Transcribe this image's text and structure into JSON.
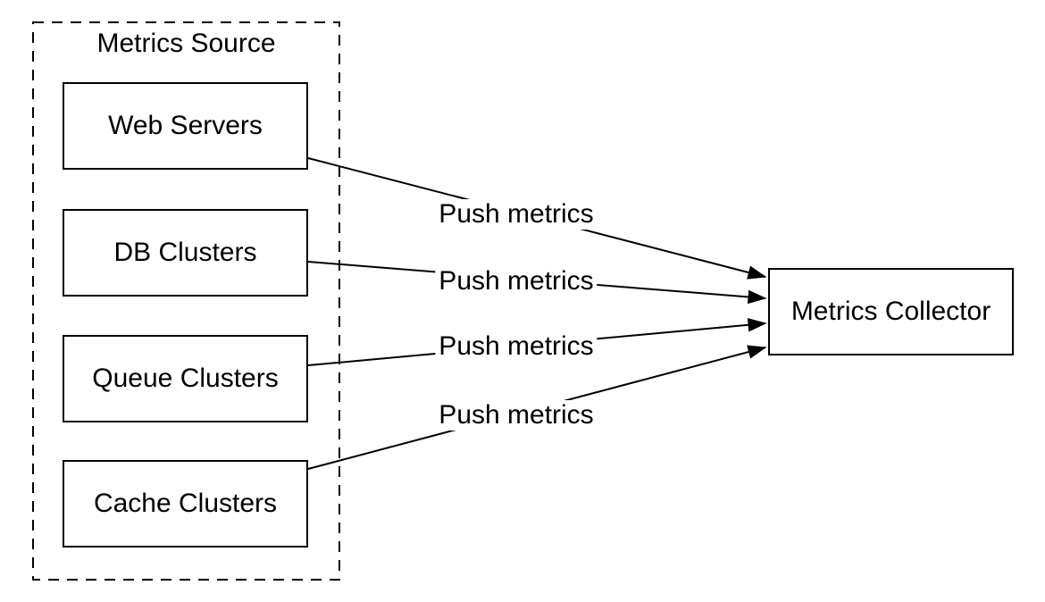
{
  "diagram": {
    "group": {
      "label": "Metrics Source"
    },
    "sources": [
      {
        "label": "Web Servers"
      },
      {
        "label": "DB Clusters"
      },
      {
        "label": "Queue Clusters"
      },
      {
        "label": "Cache Clusters"
      }
    ],
    "collector": {
      "label": "Metrics Collector"
    },
    "edges": [
      {
        "from": "Web Servers",
        "to": "Metrics Collector",
        "label": "Push metrics"
      },
      {
        "from": "DB Clusters",
        "to": "Metrics Collector",
        "label": "Push metrics"
      },
      {
        "from": "Queue Clusters",
        "to": "Metrics Collector",
        "label": "Push metrics"
      },
      {
        "from": "Cache Clusters",
        "to": "Metrics Collector",
        "label": "Push metrics"
      }
    ],
    "colors": {
      "stroke": "#000000",
      "fill": "#ffffff",
      "text": "#000000"
    }
  }
}
